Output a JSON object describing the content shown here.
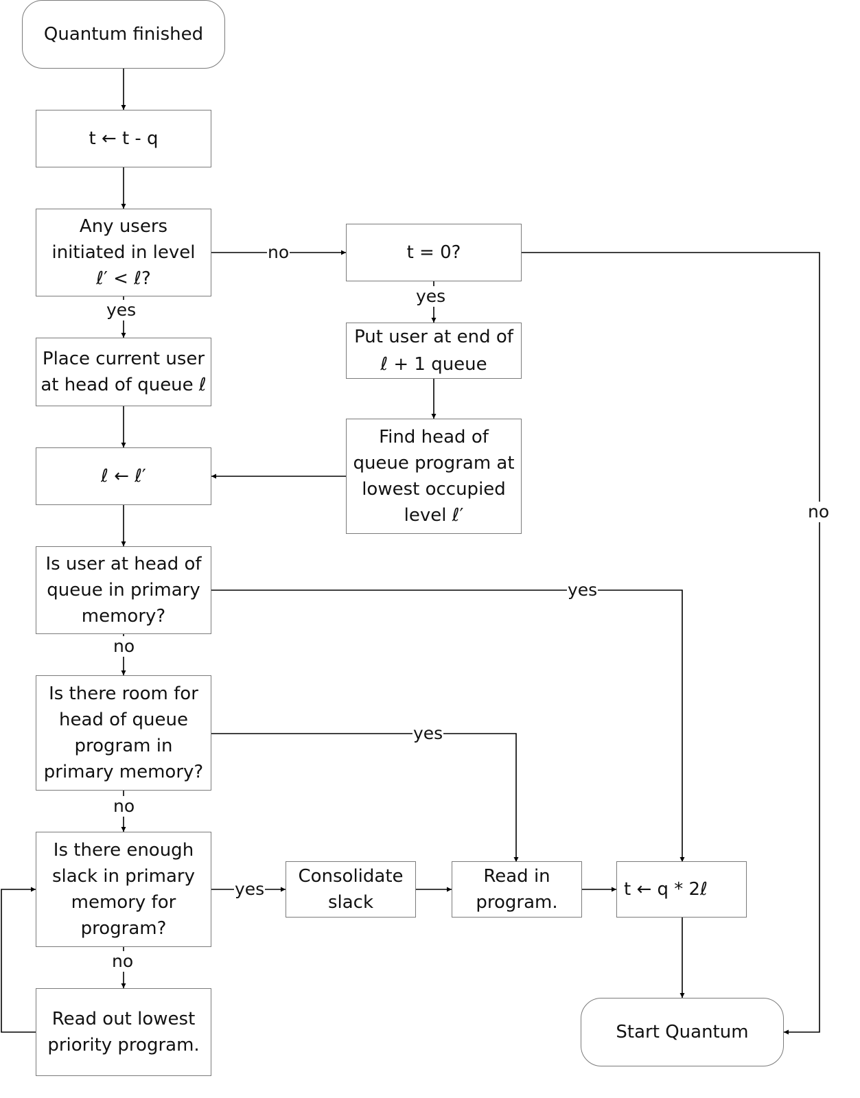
{
  "nodes": {
    "start": "Quantum finished",
    "decrement": "t ← t - q",
    "any_users": "Any users\ninitiated in level\nℓ′ < ℓ?",
    "t_zero": "t = 0?",
    "place_current": "Place current user\nat head of queue ℓ",
    "put_end": "Put user at end of\nℓ + 1 queue",
    "assign_level": "ℓ ← ℓ′",
    "find_head": "Find head of\nqueue program at\nlowest occupied\nlevel ℓ′",
    "is_head_primary": "Is user at head of\nqueue in primary\nmemory?",
    "is_room": "Is there room for\nhead of queue\nprogram in\nprimary memory?",
    "is_slack": "Is there enough\nslack in primary\nmemory for\nprogram?",
    "consolidate": "Consolidate\nslack",
    "read_in": "Read in\nprogram.",
    "set_t": "t ← q * 2ℓ",
    "read_out": "Read out lowest\npriority program.",
    "end": "Start Quantum"
  },
  "edge_labels": {
    "any_users_no": "no",
    "any_users_yes": "yes",
    "t_zero_yes": "yes",
    "t_zero_no": "no",
    "head_primary_yes": "yes",
    "head_primary_no": "no",
    "room_yes": "yes",
    "room_no": "no",
    "slack_yes": "yes",
    "slack_no": "no"
  }
}
